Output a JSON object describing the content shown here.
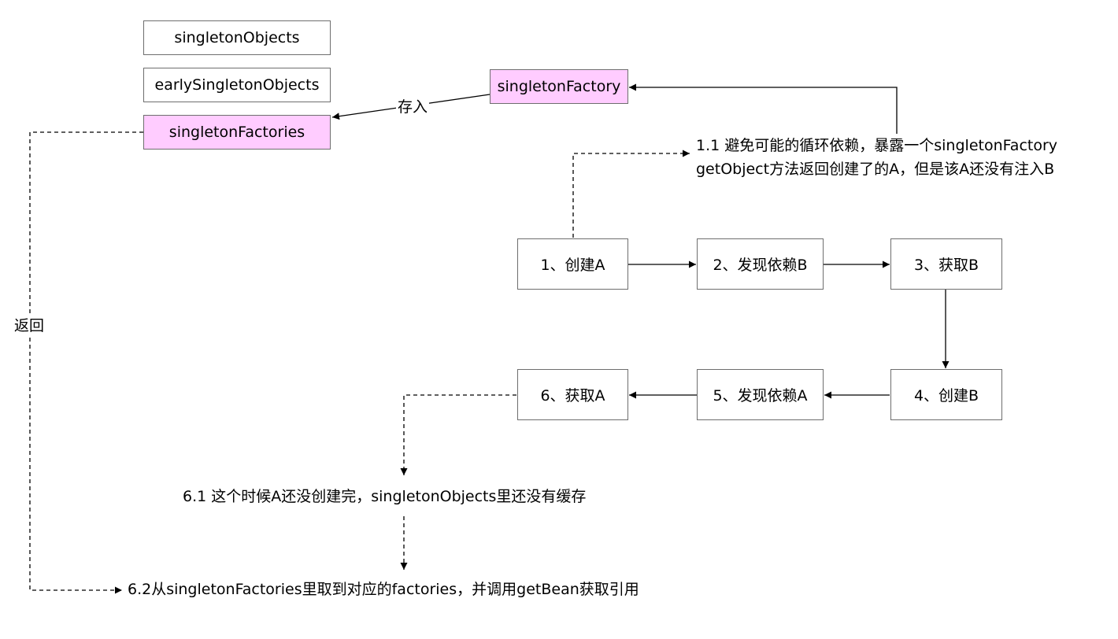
{
  "caches": {
    "singleton_objects": "singletonObjects",
    "early_singleton_objects": "earlySingletonObjects",
    "singleton_factories": "singletonFactories"
  },
  "singleton_factory": "singletonFactory",
  "labels": {
    "store": "存入",
    "return": "返回",
    "note_1_1_line1": "1.1 避免可能的循环依赖，暴露一个singletonFactory",
    "note_1_1_line2": "getObject方法返回创建了的A，但是该A还没有注入B",
    "note_6_1": "6.1 这个时候A还没创建完，singletonObjects里还没有缓存",
    "note_6_2": "6.2从singletonFactories里取到对应的factories，并调用getBean获取引用"
  },
  "steps": {
    "step1": "1、创建A",
    "step2": "2、发现依赖B",
    "step3": "3、获取B",
    "step4": "4、创建B",
    "step5": "5、发现依赖A",
    "step6": "6、获取A"
  },
  "colors": {
    "highlight": "#ffccff",
    "border": "#6e6e6e",
    "line": "#000000"
  }
}
